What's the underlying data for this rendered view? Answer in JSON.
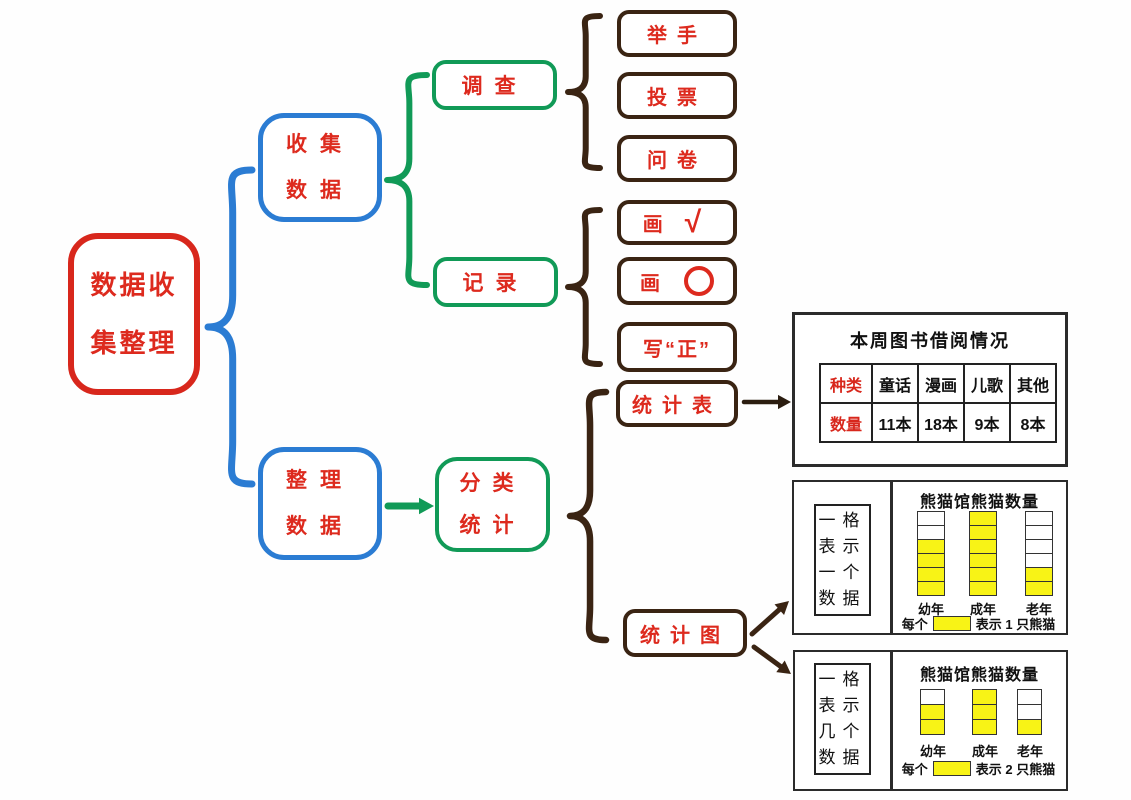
{
  "palette": {
    "red": "#d8271c",
    "blue": "#2b7cd3",
    "green": "#119a57",
    "brown": "#3a2413",
    "yellow": "#f8f316",
    "black": "#222222"
  },
  "root": {
    "lines": [
      "数据收",
      "集整理"
    ]
  },
  "branches": {
    "collect": {
      "lines": [
        "收集",
        "数据"
      ]
    },
    "organize": {
      "lines": [
        "整理",
        "数据"
      ]
    },
    "survey": {
      "label": "调查"
    },
    "record": {
      "label": "记录"
    },
    "classify": {
      "lines": [
        "分类",
        "统计"
      ]
    },
    "stat_table": {
      "label": "统计表"
    },
    "stat_chart": {
      "label": "统计图"
    }
  },
  "survey_methods": [
    {
      "label": "举手"
    },
    {
      "label": "投票"
    },
    {
      "label": "问卷"
    }
  ],
  "record_methods": [
    {
      "text": "画",
      "icon": "check",
      "icon_glyph": "√"
    },
    {
      "text": "画",
      "icon": "circle"
    },
    {
      "text": "写“正”",
      "icon": "none"
    }
  ],
  "table_panel": {
    "title": "本周图书借阅情况",
    "rows": [
      {
        "header": "种类",
        "cells": [
          "童话",
          "漫画",
          "儿歌",
          "其他"
        ]
      },
      {
        "header": "数量",
        "cells": [
          "11本",
          "18本",
          "9本",
          "8本"
        ]
      }
    ]
  },
  "chart_data": [
    {
      "type": "pictograph-bar",
      "title": "熊猫馆熊猫数量",
      "note": "一格表示一个数据",
      "categories": [
        "幼年",
        "成年",
        "老年"
      ],
      "values": [
        4,
        6,
        2
      ],
      "cells_per_bar": 6,
      "filled_cells": [
        4,
        6,
        2
      ],
      "unit_per_cell": 1,
      "legend": {
        "prefix": "每个",
        "suffix": "表示 1 只熊猫"
      }
    },
    {
      "type": "pictograph-bar",
      "title": "熊猫馆熊猫数量",
      "note": "一格表示几个数据",
      "categories": [
        "幼年",
        "成年",
        "老年"
      ],
      "values": [
        4,
        6,
        2
      ],
      "cells_per_bar": 3,
      "filled_cells": [
        2,
        3,
        1
      ],
      "unit_per_cell": 2,
      "legend": {
        "prefix": "每个",
        "suffix": "表示 2 只熊猫"
      }
    }
  ]
}
